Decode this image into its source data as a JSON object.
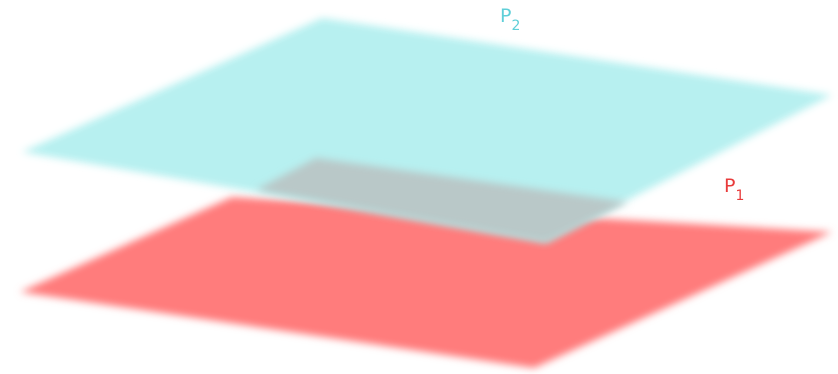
{
  "planes": {
    "p1": {
      "letter": "P",
      "subscript": "1",
      "fill": "#ff7b7b",
      "label_color": "#e83b3b"
    },
    "p2": {
      "letter": "P",
      "subscript": "2",
      "fill": "#b5f0f0",
      "label_color": "#5fcfd8"
    },
    "overlap_fill": "#b9c8c8"
  }
}
